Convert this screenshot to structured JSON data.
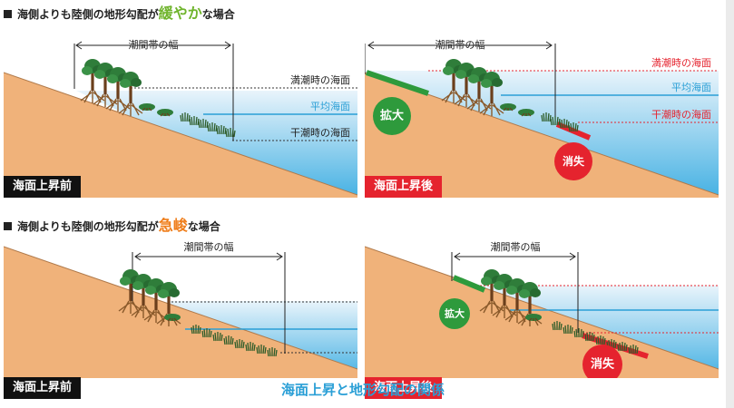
{
  "sections": [
    {
      "heading_prefix": "海側よりも陸側の地形勾配が",
      "heading_keyword": "緩やか",
      "heading_suffix": "な場合"
    },
    {
      "heading_prefix": "海側よりも陸側の地形勾配が",
      "heading_keyword": "急峻",
      "heading_suffix": "な場合"
    }
  ],
  "labels": {
    "intertidal_width": "潮間帯の幅",
    "high_tide": "満潮時の海面",
    "mean_sea": "平均海面",
    "low_tide": "干潮時の海面",
    "before": "海面上昇前",
    "after": "海面上昇後",
    "expand": "拡大",
    "loss": "消失"
  },
  "caption": "海面上昇と地形勾配の関係",
  "colors": {
    "land": "#f0b27a",
    "sea_top": "#e9f4fb",
    "sea_bottom": "#45b1e3",
    "mean_line": "#2a9fd6",
    "red_line": "#e5232e",
    "expand_green": "#2e9a3c",
    "loss_red": "#e5232e",
    "gentle_accent": "#6fb42c",
    "steep_accent": "#ef7d1a"
  },
  "icons": {
    "tree": "mangrove-tree-icon",
    "bush": "bush-icon",
    "grass": "grass-clump-icon"
  }
}
